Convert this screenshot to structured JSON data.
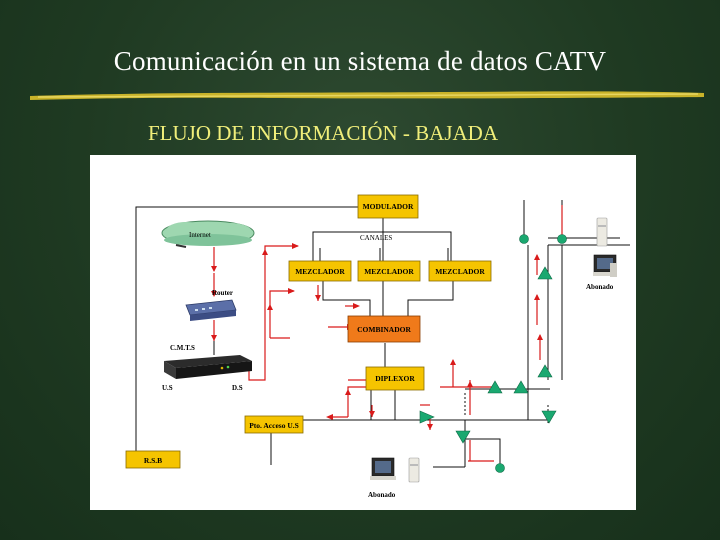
{
  "slide": {
    "title": "Comunicación en un sistema de datos CATV",
    "subtitle": "FLUJO DE INFORMACIÓN - BAJADA"
  },
  "diagram": {
    "internet": "Internet",
    "modulador": "MODULADOR",
    "canales": "CANALES",
    "mezclador_1": "MEZCLADOR",
    "mezclador_2": "MEZCLADOR",
    "mezclador_3": "MEZCLADOR",
    "router": "Router",
    "combinador": "COMBINADOR",
    "cmts": "C.M.T.S",
    "us": "U.S",
    "ds": "D.S",
    "diplexor": "DIPLEXOR",
    "pto_acceso": "Pto. Acceso U.S",
    "rsb": "R.S.B",
    "abonado_right": "Abonado",
    "abonado_bottom": "Abonado"
  },
  "colors": {
    "background": "#1f3a22",
    "title": "#ffffff",
    "subtitle": "#f0ee7a",
    "box_yellow": "#f5c400",
    "box_orange": "#f07a1a",
    "flow_red": "#d91a1a",
    "amplifier_green": "#1aa870",
    "cloud_green": "#9ed7b0"
  }
}
